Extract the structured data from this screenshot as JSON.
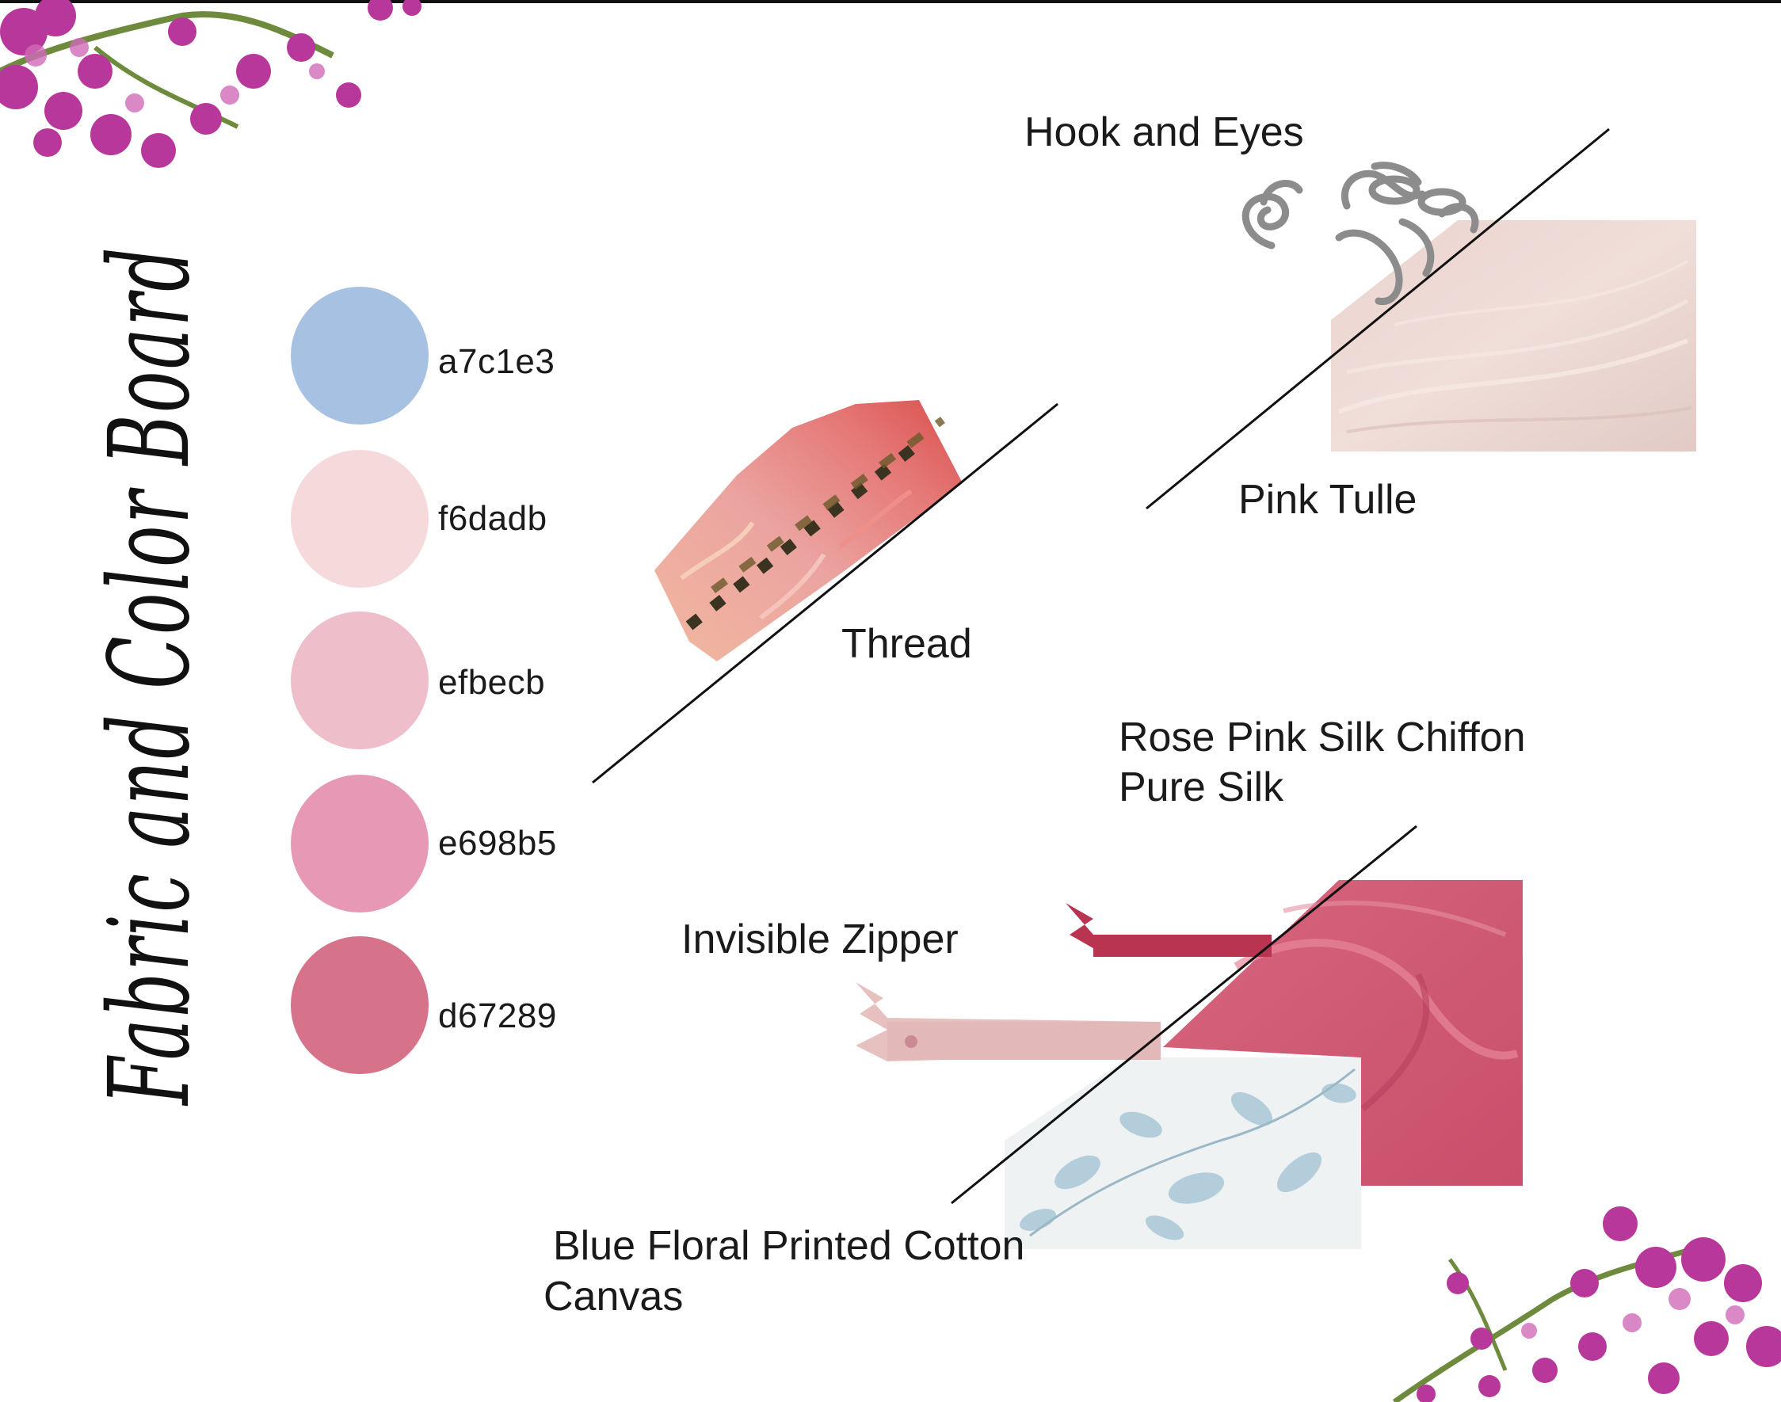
{
  "board": {
    "title": "Fabric and Color Board"
  },
  "palette": [
    {
      "hex_label": "a7c1e3",
      "color": "#a7c1e3"
    },
    {
      "hex_label": "f6dadb",
      "color": "#f6dadb"
    },
    {
      "hex_label": "efbecb",
      "color": "#efbecb"
    },
    {
      "hex_label": "e698b5",
      "color": "#e698b5"
    },
    {
      "hex_label": "d67289",
      "color": "#d67289"
    }
  ],
  "materials": {
    "hooks": "Hook and Eyes",
    "tulle": "Pink Tulle",
    "thread": "Thread",
    "chiffon_line1": "Rose Pink Silk Chiffon",
    "chiffon_line2": "Pure Silk",
    "zipper": "Invisible Zipper",
    "cotton_line1": "Blue Floral Printed Cotton",
    "cotton_line2": "Canvas"
  },
  "icons": [
    "bougainvillea-flowers-icon",
    "thread-skeins-icon",
    "hook-and-eye-icon",
    "zipper-icon"
  ],
  "colors": {
    "flower": "#b8379a",
    "tulle": "#ecd8d3",
    "chiffon": "#d4607a",
    "cotton": "#eef2f2",
    "zipper_red": "#b8344c",
    "zipper_pink": "#e7c0c0"
  }
}
